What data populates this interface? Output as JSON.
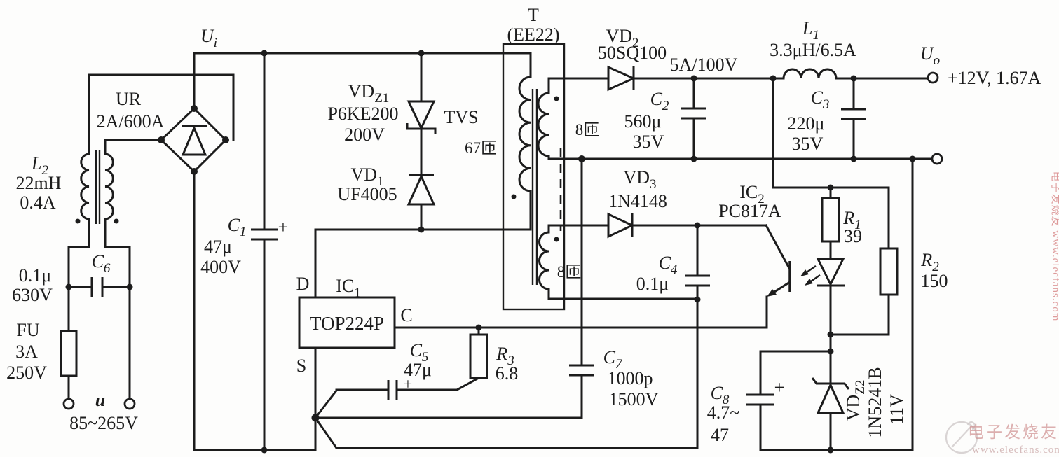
{
  "nets": {
    "ui": {
      "main": "U",
      "sub": "i"
    },
    "uo": {
      "main": "U",
      "sub": "o"
    },
    "output_spec": "+12V, 1.67A",
    "input_symbol": "u",
    "input_range": "85~265V",
    "polarity_mark": "+"
  },
  "pins": {
    "d": "D",
    "c": "C",
    "s": "S"
  },
  "components": {
    "fuse": {
      "ref": "FU",
      "current": "3A",
      "voltage": "250V"
    },
    "c6": {
      "ref": "C",
      "sub": "6",
      "value": "0.1μ",
      "rating": "630V"
    },
    "l2": {
      "ref": "L",
      "sub": "2",
      "value": "22mH",
      "rating": "0.4A"
    },
    "bridge": {
      "ref": "UR",
      "rating": "2A/600A"
    },
    "c1": {
      "ref": "C",
      "sub": "1",
      "value": "47μ",
      "rating": "400V"
    },
    "vdz1": {
      "ref": "VD",
      "sub": "Z1",
      "part": "P6KE200",
      "rating": "200V",
      "type": "TVS"
    },
    "vd1": {
      "ref": "VD",
      "sub": "1",
      "part": "UF4005"
    },
    "transformer": {
      "ref": "T",
      "core": "(EE22)",
      "primary_turns": "67匝",
      "secondary_turns": "8匝",
      "bias_turns": "8匝"
    },
    "ic1": {
      "ref": "IC",
      "sub": "1",
      "part": "TOP224P"
    },
    "c5": {
      "ref": "C",
      "sub": "5",
      "value": "47μ"
    },
    "r3": {
      "ref": "R",
      "sub": "3",
      "value": "6.8"
    },
    "c7": {
      "ref": "C",
      "sub": "7",
      "value": "1000p",
      "rating": "1500V"
    },
    "vd2": {
      "ref": "VD",
      "sub": "2",
      "part": "50SQ100",
      "rating": "5A/100V"
    },
    "c2": {
      "ref": "C",
      "sub": "2",
      "value": "560μ",
      "rating": "35V"
    },
    "l1": {
      "ref": "L",
      "sub": "1",
      "value": "3.3μH/6.5A"
    },
    "c3": {
      "ref": "C",
      "sub": "3",
      "value": "220μ",
      "rating": "35V"
    },
    "vd3": {
      "ref": "VD",
      "sub": "3",
      "part": "1N4148"
    },
    "c4": {
      "ref": "C",
      "sub": "4",
      "value": "0.1μ"
    },
    "ic2": {
      "ref": "IC",
      "sub": "2",
      "part": "PC817A"
    },
    "r1": {
      "ref": "R",
      "sub": "1",
      "value": "39"
    },
    "r2": {
      "ref": "R",
      "sub": "2",
      "value": "150"
    },
    "vdz2": {
      "ref": "VD",
      "sub": "Z2",
      "part": "1N5241B",
      "rating": "11V"
    },
    "c8": {
      "ref": "C",
      "sub": "8",
      "value": "4.7~",
      "value2": "47"
    }
  },
  "watermark": {
    "side_text": "电子发烧友 www.elecfans.com",
    "site_name_cn": "电子发烧友",
    "site_url": "www.elecfans.com"
  }
}
